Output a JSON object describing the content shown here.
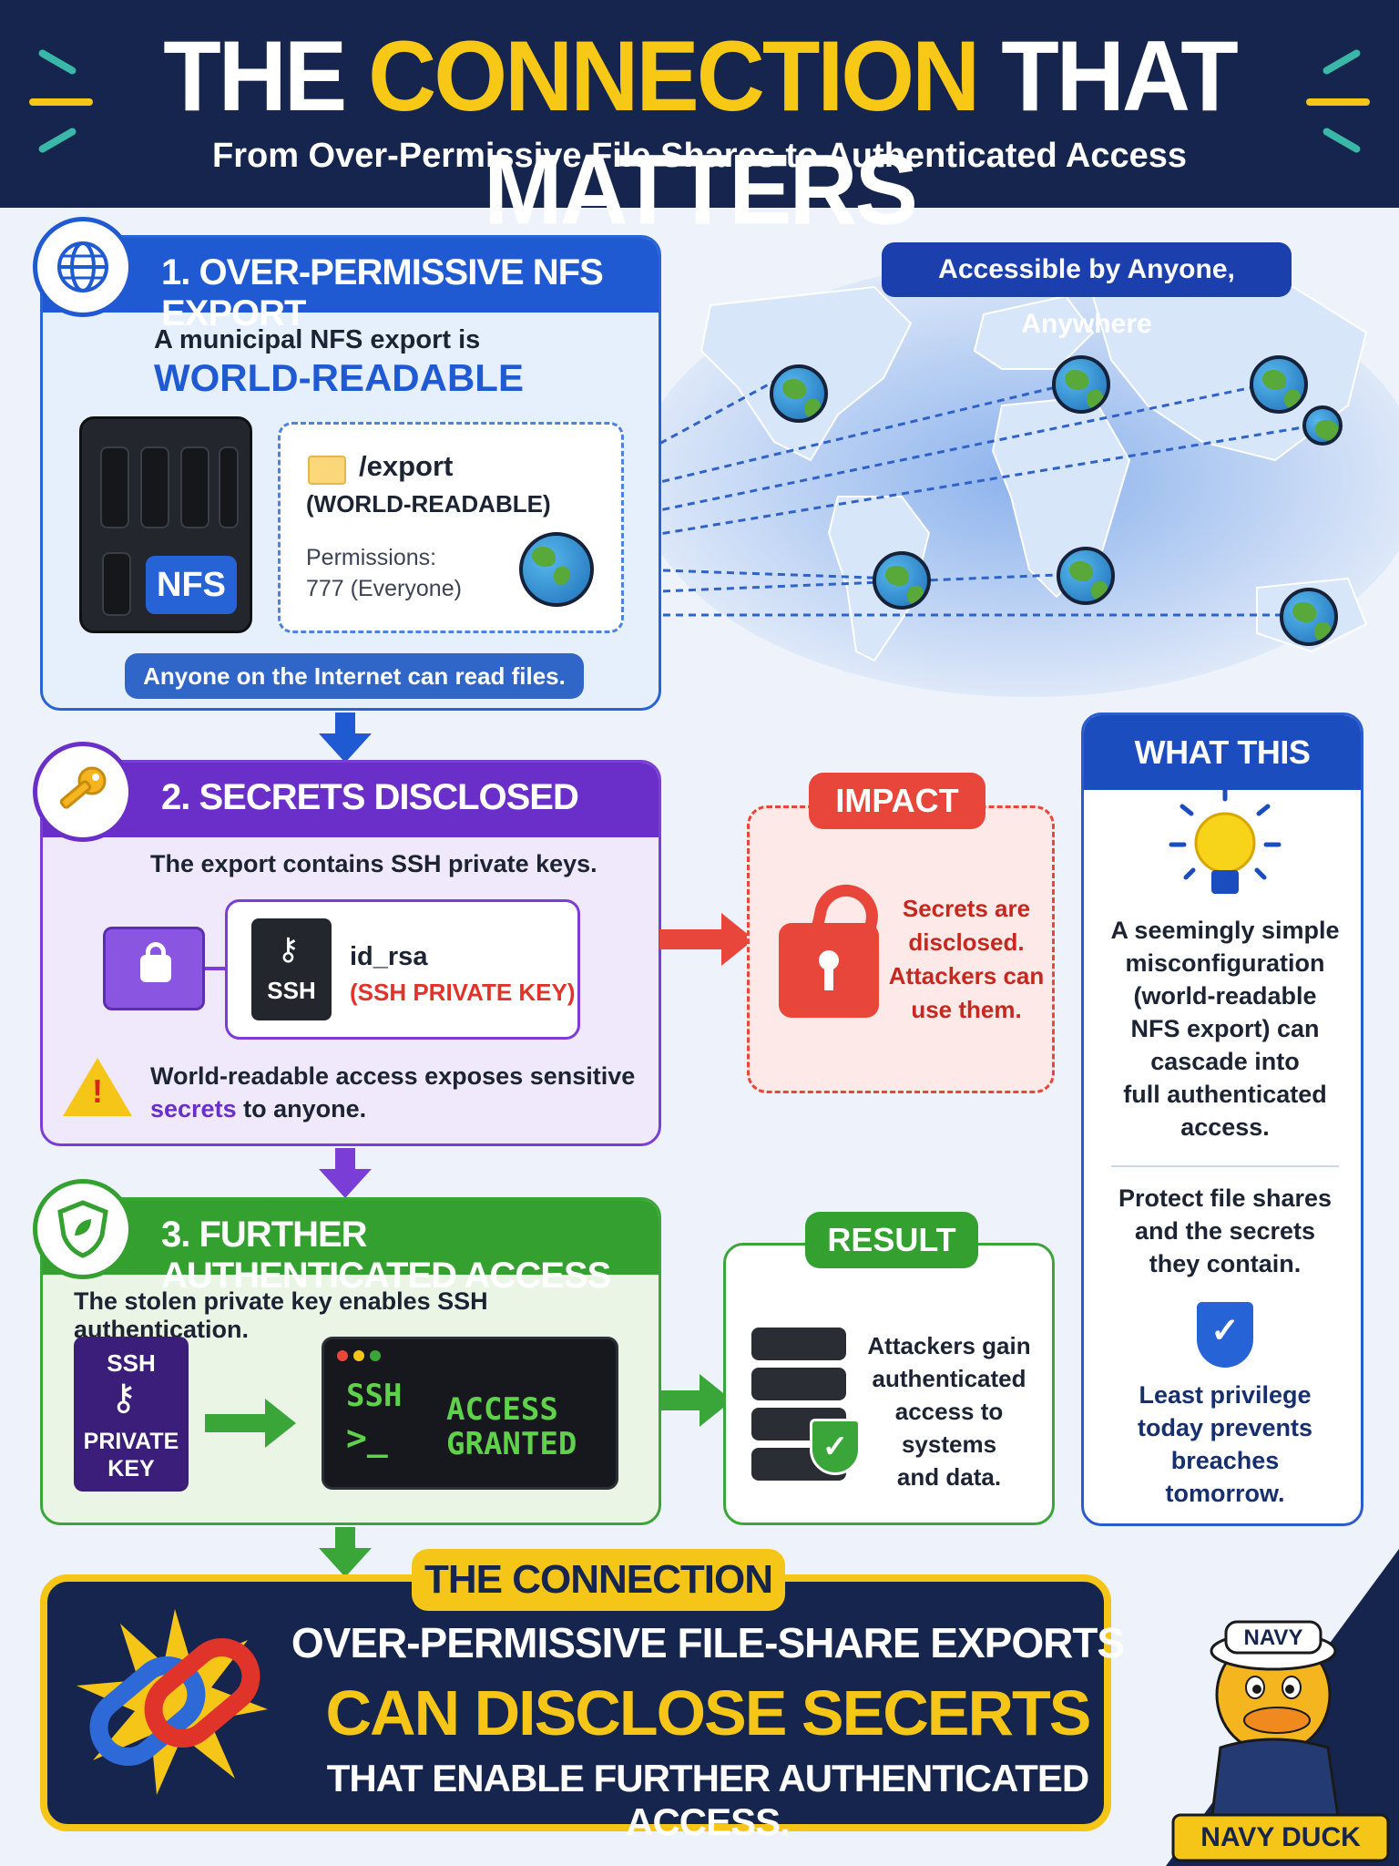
{
  "header": {
    "title_part1": "THE",
    "title_highlight": "CONNECTION",
    "title_part2": "THAT MATTERS",
    "subtitle": "From Over-Permissive File Shares to Authenticated Access"
  },
  "section1": {
    "title": "1. OVER-PERMISSIVE NFS EXPORT",
    "intro": "A municipal NFS export is",
    "emphasis": "WORLD-READABLE",
    "device_label": "NFS",
    "path": "/export",
    "path_note": "(WORLD-READABLE)",
    "permissions_label": "Permissions:",
    "permissions_value": "777 (Everyone)",
    "footer": "Anyone on the Internet can read files."
  },
  "world": {
    "banner": "Accessible by Anyone, Anywhere"
  },
  "section2": {
    "title": "2. SECRETS DISCLOSED",
    "intro": "The export contains SSH private keys.",
    "file_icon_label": "SSH",
    "file_name": "id_rsa",
    "file_desc": "(SSH PRIVATE KEY)",
    "warning_pre": "World-readable access exposes sensitive",
    "warning_highlight": "secrets",
    "warning_post": "to anyone."
  },
  "impact": {
    "tag": "IMPACT",
    "line1": "Secrets are",
    "line2": "disclosed.",
    "line3": "Attackers can",
    "line4": "use them."
  },
  "section3": {
    "title": "3. FURTHER AUTHENTICATED ACCESS",
    "intro": "The stolen private key enables SSH authentication.",
    "key_label_top": "SSH",
    "key_label_1": "PRIVATE",
    "key_label_2": "KEY",
    "terminal_cmd": "SSH",
    "terminal_prompt": ">_",
    "terminal_line1": "ACCESS",
    "terminal_line2": "GRANTED"
  },
  "result": {
    "tag": "RESULT",
    "line1": "Attackers gain",
    "line2": "authenticated",
    "line3": "access to systems",
    "line4": "and data."
  },
  "means": {
    "title": "WHAT THIS MEANS",
    "block1": [
      "A seemingly simple",
      "misconfiguration",
      "(world-readable",
      "NFS export) can",
      "cascade into",
      "full authenticated",
      "access."
    ],
    "block2": [
      "Protect file shares",
      "and the secrets",
      "they contain."
    ],
    "block3": [
      "Least privilege",
      "today prevents",
      "breaches",
      "tomorrow."
    ]
  },
  "connection": {
    "tag": "THE CONNECTION",
    "line1": "OVER-PERMISSIVE FILE-SHARE EXPORTS",
    "line2": "CAN DISCLOSE SECERTS",
    "line3": "THAT ENABLE FURTHER AUTHENTICATED ACCESS."
  },
  "mascot": {
    "hat_text": "NAVY",
    "banner": "NAVY DUCK"
  },
  "colors": {
    "navy": "#15254d",
    "yellow": "#f5c518",
    "blue": "#1c4dbf",
    "purple": "#6b2fc9",
    "green": "#3aa63a",
    "red": "#e8463a"
  }
}
